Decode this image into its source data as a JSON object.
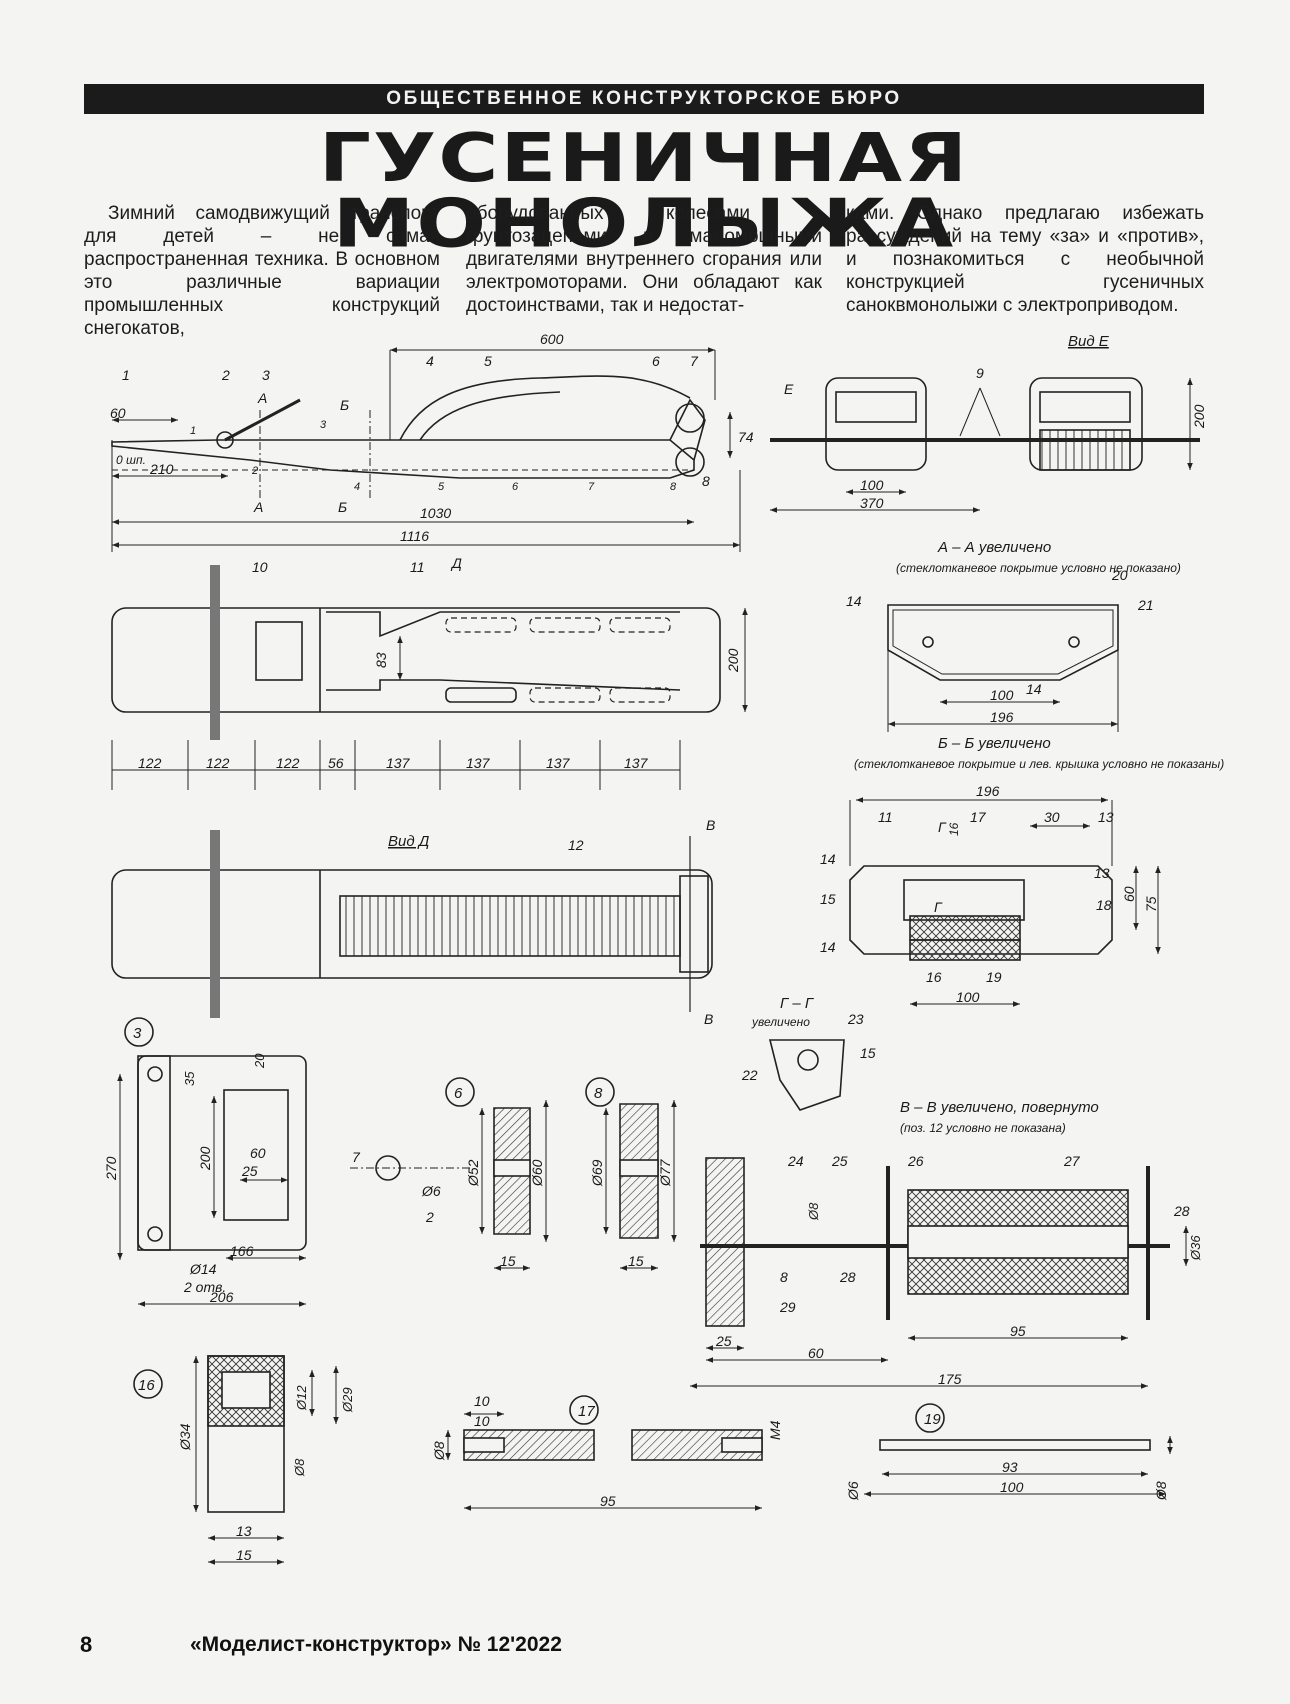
{
  "header": {
    "section": "ОБЩЕСТВЕННОЕ КОНСТРУКТОРСКОЕ БЮРО",
    "title": "ГУСЕНИЧНАЯ МОНОЛЫЖА"
  },
  "intro": {
    "col1": "Зимний самодвижущий транспорт для детей – не самая распространенная техника. В основном это различные вариации промышленных конструкций снегокатов,",
    "col2": "оборудованных колесами с грунтозацепами и маломощными двигателями внутреннего сгорания или электромоторами. Они обладают как достоинствами, так и недостат-",
    "col3": "ками. Однако предлагаю избежать рассуждений на тему «за» и «против», и познакомиться с необычной конструкцией гусеничных саноквмонолыжи с электроприводом."
  },
  "drawings": {
    "side": {
      "dims": [
        "600",
        "60",
        "210",
        "1030",
        "1116",
        "74"
      ],
      "callouts": [
        "1",
        "2",
        "3",
        "4",
        "5",
        "6",
        "7",
        "8"
      ],
      "stations": [
        "0 шп.",
        "1",
        "2",
        "3",
        "4",
        "5",
        "6",
        "7",
        "8"
      ],
      "section_marks": [
        "A",
        "A",
        "Б",
        "Б",
        "E"
      ]
    },
    "view_e": {
      "label": "Вид Е",
      "dims": [
        "100",
        "370",
        "200"
      ],
      "callouts": [
        "9"
      ]
    },
    "plan": {
      "dims": [
        "83",
        "200",
        "122",
        "122",
        "122",
        "56",
        "137",
        "137",
        "137",
        "137"
      ],
      "callouts": [
        "10",
        "11"
      ],
      "mark": "Д"
    },
    "section_aa": {
      "label": "А – А увеличено",
      "note": "(стеклотканевое покрытие условно не показано)",
      "dims": [
        "100",
        "196"
      ],
      "callouts": [
        "14",
        "20",
        "21",
        "14"
      ]
    },
    "section_bb": {
      "label": "Б – Б увеличено",
      "note": "(стеклотканевое покрытие и лев. крышка условно не показаны)",
      "dims": [
        "196",
        "16",
        "30",
        "13",
        "60",
        "75",
        "100"
      ],
      "callouts": [
        "11",
        "17",
        "14",
        "13",
        "15",
        "18",
        "14",
        "16",
        "19"
      ],
      "marks": [
        "Г",
        "Г"
      ]
    },
    "view_d": {
      "label": "Вид Д",
      "callouts": [
        "12"
      ],
      "marks": [
        "В",
        "В"
      ]
    },
    "section_gg": {
      "label": "Г – Г",
      "label2": "увеличено",
      "callouts": [
        "23",
        "22",
        "15"
      ]
    },
    "part3": {
      "num": "3",
      "dims": [
        "35",
        "20",
        "270",
        "200",
        "60",
        "25",
        "166",
        "Ø14",
        "2 отв.",
        "206"
      ]
    },
    "part6": {
      "num": "6",
      "dims": [
        "Ø52",
        "Ø60",
        "15"
      ]
    },
    "part8": {
      "num": "8",
      "dims": [
        "Ø69",
        "Ø77",
        "15"
      ]
    },
    "pin": {
      "dims": [
        "7",
        "Ø6",
        "2"
      ]
    },
    "section_vv": {
      "label": "В – В увеличено, повернуто",
      "note": "(поз. 12 условно не показана)",
      "dims": [
        "Ø8",
        "25",
        "60",
        "95",
        "175",
        "Ø36"
      ],
      "callouts": [
        "24",
        "25",
        "26",
        "27",
        "28",
        "8",
        "28",
        "29"
      ]
    },
    "part16": {
      "num": "16",
      "dims": [
        "Ø34",
        "Ø12",
        "Ø29",
        "Ø8",
        "13",
        "15"
      ]
    },
    "part17": {
      "num": "17",
      "dims": [
        "10",
        "10",
        "Ø8",
        "M4",
        "95"
      ]
    },
    "part19": {
      "num": "19",
      "dims": [
        "Ø6",
        "93",
        "100",
        "Ø8"
      ]
    }
  },
  "footer": {
    "page": "8",
    "magazine": "«Моделист-конструктор» № 12'2022"
  }
}
